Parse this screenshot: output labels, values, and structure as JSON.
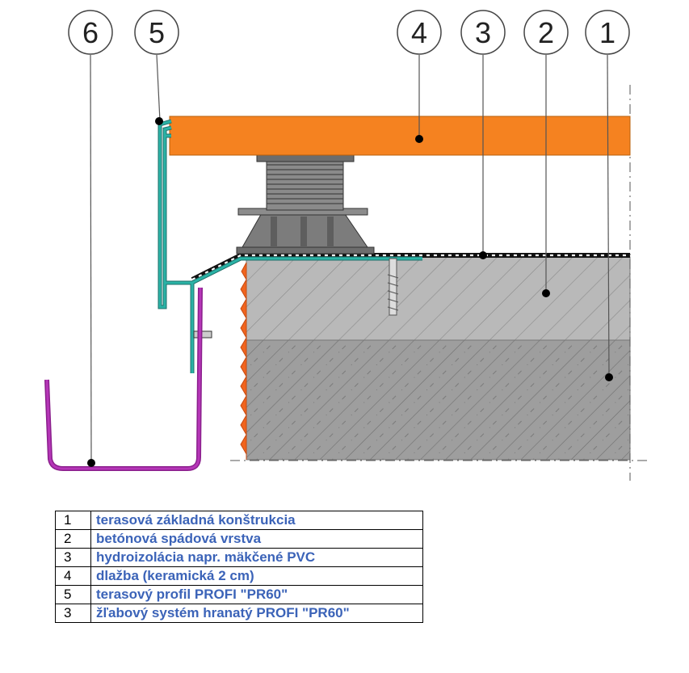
{
  "callouts": [
    {
      "id": "1",
      "label": "1"
    },
    {
      "id": "2",
      "label": "2"
    },
    {
      "id": "3",
      "label": "3"
    },
    {
      "id": "4",
      "label": "4"
    },
    {
      "id": "5",
      "label": "5"
    },
    {
      "id": "6",
      "label": "6"
    }
  ],
  "legend": [
    {
      "num": "1",
      "text": "terasová základná konštrukcia"
    },
    {
      "num": "2",
      "text": "betónová spádová vrstva"
    },
    {
      "num": "3",
      "text": "hydroizolácia napr. mäkčené PVC"
    },
    {
      "num": "4",
      "text": "dlažba (keramická 2 cm)"
    },
    {
      "num": "5",
      "text": "terasový profil PROFI \"PR60\""
    },
    {
      "num": "3",
      "text": "žľabový systém hranatý PROFI \"PR60\""
    }
  ],
  "colors": {
    "tile": "#f58220",
    "profile": "#2ab3a6",
    "gutter": "#b636b8",
    "base_gray": "#9e9e9e",
    "slope_gray": "#b9b9b9",
    "legend_text": "#3b63b8"
  }
}
